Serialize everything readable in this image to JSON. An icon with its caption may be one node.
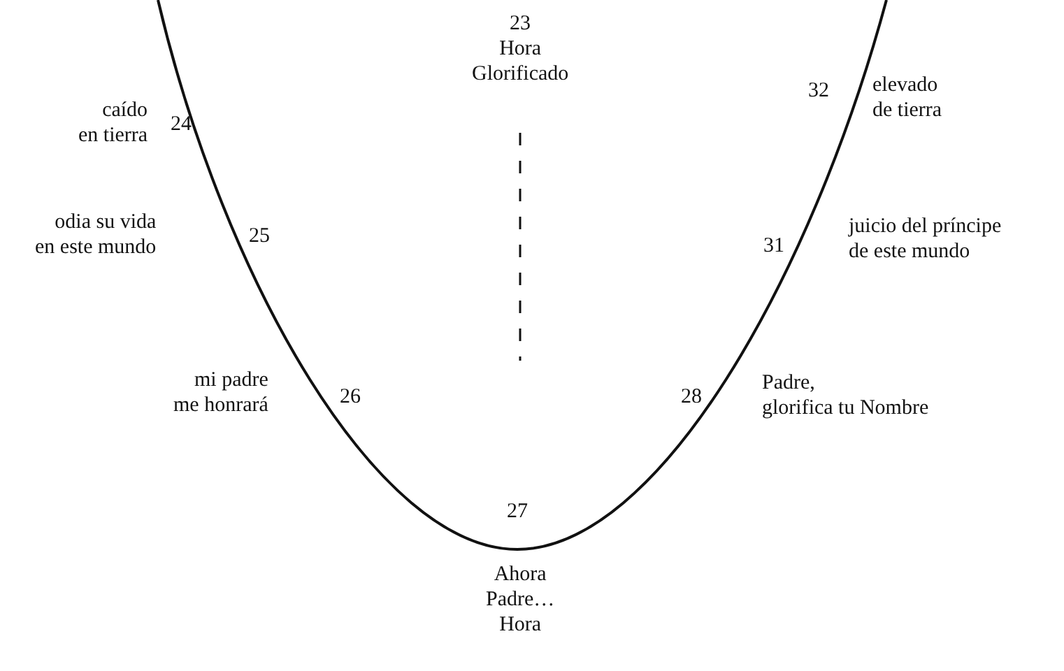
{
  "diagram": {
    "labels": [
      "23",
      "Hora Glorificado",
      "caído en tierra",
      "24",
      "32",
      "elevado de tierra",
      "odia su vida en este mundo",
      "25",
      "31",
      "juicio del príncipe de este mundo",
      "mi padre me honrará",
      "26",
      "28",
      "Padre, glorifica tu Nombre",
      "27",
      "Ahora Padre… Hora"
    ]
  }
}
